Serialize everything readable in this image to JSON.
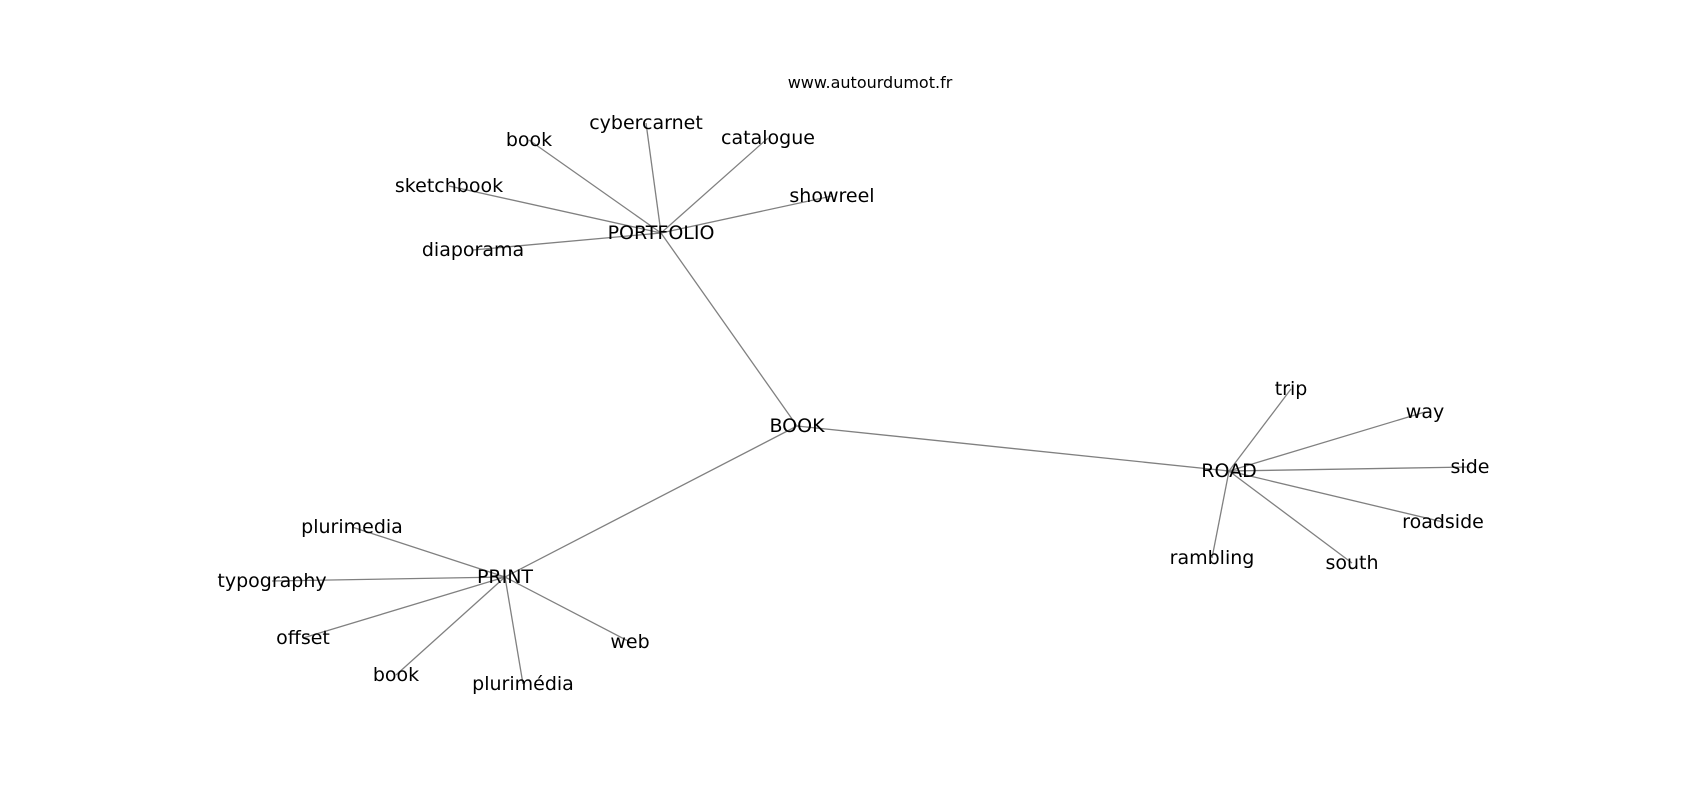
{
  "source": "www.autourdumot.fr",
  "graph": {
    "center": "BOOK",
    "hubs": [
      {
        "label": "PORTFOLIO",
        "leaves": [
          "book",
          "cybercarnet",
          "catalogue",
          "sketchbook",
          "showreel",
          "diaporama"
        ]
      },
      {
        "label": "ROAD",
        "leaves": [
          "trip",
          "way",
          "side",
          "roadside",
          "south",
          "rambling"
        ]
      },
      {
        "label": "PRINT",
        "leaves": [
          "plurimedia",
          "typography",
          "offset",
          "book",
          "plurimédia",
          "web"
        ]
      }
    ]
  }
}
